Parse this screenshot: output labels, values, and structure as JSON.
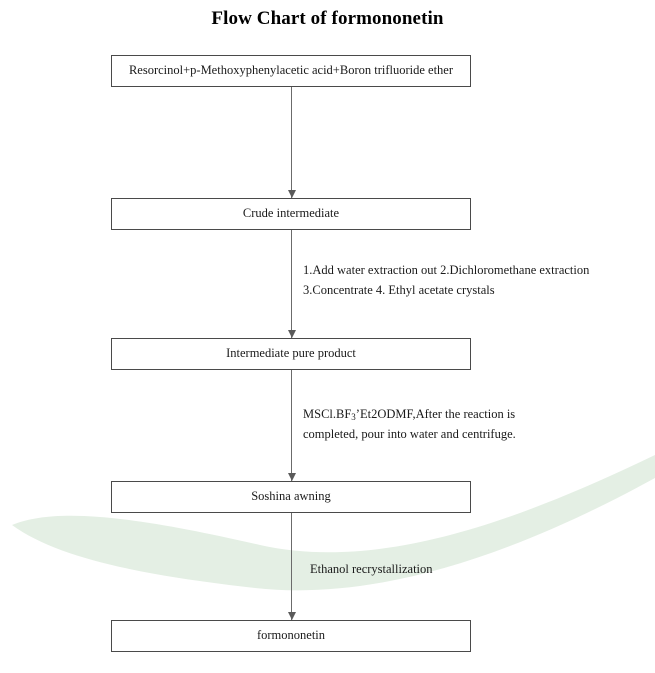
{
  "title": "Flow Chart of formononetin",
  "flow": {
    "nodes": [
      {
        "id": "node-reagents",
        "label": "Resorcinol+p-Methoxyphenylacetic acid+Boron trifluoride ether"
      },
      {
        "id": "node-crude",
        "label": "Crude intermediate"
      },
      {
        "id": "node-pure",
        "label": "Intermediate pure product"
      },
      {
        "id": "node-soshina",
        "label": "Soshina awning"
      },
      {
        "id": "node-formononetin",
        "label": "formononetin"
      }
    ],
    "annotations": [
      {
        "id": "ann-workup",
        "line1": "1.Add water extraction out 2.Dichloromethane extraction",
        "line2": "3.Concentrate 4. Ethyl acetate crystals"
      },
      {
        "id": "ann-reaction",
        "line1_prefix": "MSCl.BF",
        "line1_sub": "3",
        "line1_suffix": "’Et2ODMF,After the reaction is",
        "line2": "completed, pour into water and centrifuge."
      },
      {
        "id": "ann-recrystallization",
        "line1": "Ethanol recrystallization"
      }
    ]
  },
  "colors": {
    "box_border": "#4a4a4a",
    "arrow": "#5a5a5a",
    "text": "#1a1a1a",
    "swoosh": "#e4efe4",
    "background": "#ffffff"
  }
}
